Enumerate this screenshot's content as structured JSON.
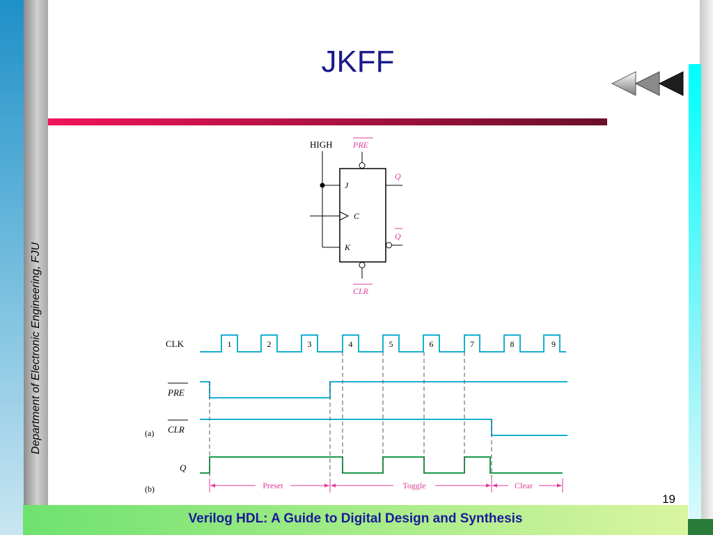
{
  "slide": {
    "title": "JKFF",
    "side_text": "Department of Electronic Engineering, FJU",
    "footer": "Verilog HDL: A Guide to Digital Design and Synthesis",
    "page_number": "19"
  },
  "flipflop": {
    "high_label": "HIGH",
    "pre_label": "PRE",
    "clr_label": "CLR",
    "j_label": "J",
    "c_label": "C",
    "k_label": "K",
    "q_label": "Q",
    "qbar_label": "Q"
  },
  "timing": {
    "clk_label": "CLK",
    "pre_label": "PRE",
    "clr_label": "CLR",
    "q_label": "Q",
    "part_a": "(a)",
    "part_b": "(b)",
    "pulse_numbers": [
      "1",
      "2",
      "3",
      "4",
      "5",
      "6",
      "7",
      "8",
      "9"
    ],
    "phases": [
      "Preset",
      "Toggle",
      "Clear"
    ]
  },
  "colors": {
    "title": "#1a1a8a",
    "rule": "#f0145a",
    "signal": "#17b0d0",
    "q_signal": "#1a9a4a",
    "annotation": "#e0399a",
    "footer_text": "#1a1a99"
  }
}
